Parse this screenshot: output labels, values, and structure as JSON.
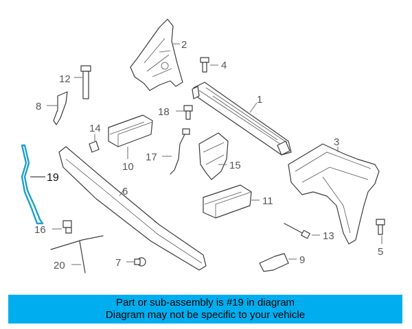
{
  "callouts": {
    "c1": "1",
    "c2": "2",
    "c3": "3",
    "c4": "4",
    "c5": "5",
    "c6": "6",
    "c7": "7",
    "c8": "8",
    "c9": "9",
    "c10": "10",
    "c11": "11",
    "c12": "12",
    "c13": "13",
    "c14": "14",
    "c15": "15",
    "c16": "16",
    "c17": "17",
    "c18": "18",
    "c19": "19",
    "c20": "20"
  },
  "highlighted_part": "19",
  "colors": {
    "banner": "#00aeef",
    "highlight": "#1aa0c8"
  },
  "banner": {
    "line1": "Part or sub-assembly is #19 in diagram",
    "line2": "Diagram may not be specific to your vehicle"
  }
}
